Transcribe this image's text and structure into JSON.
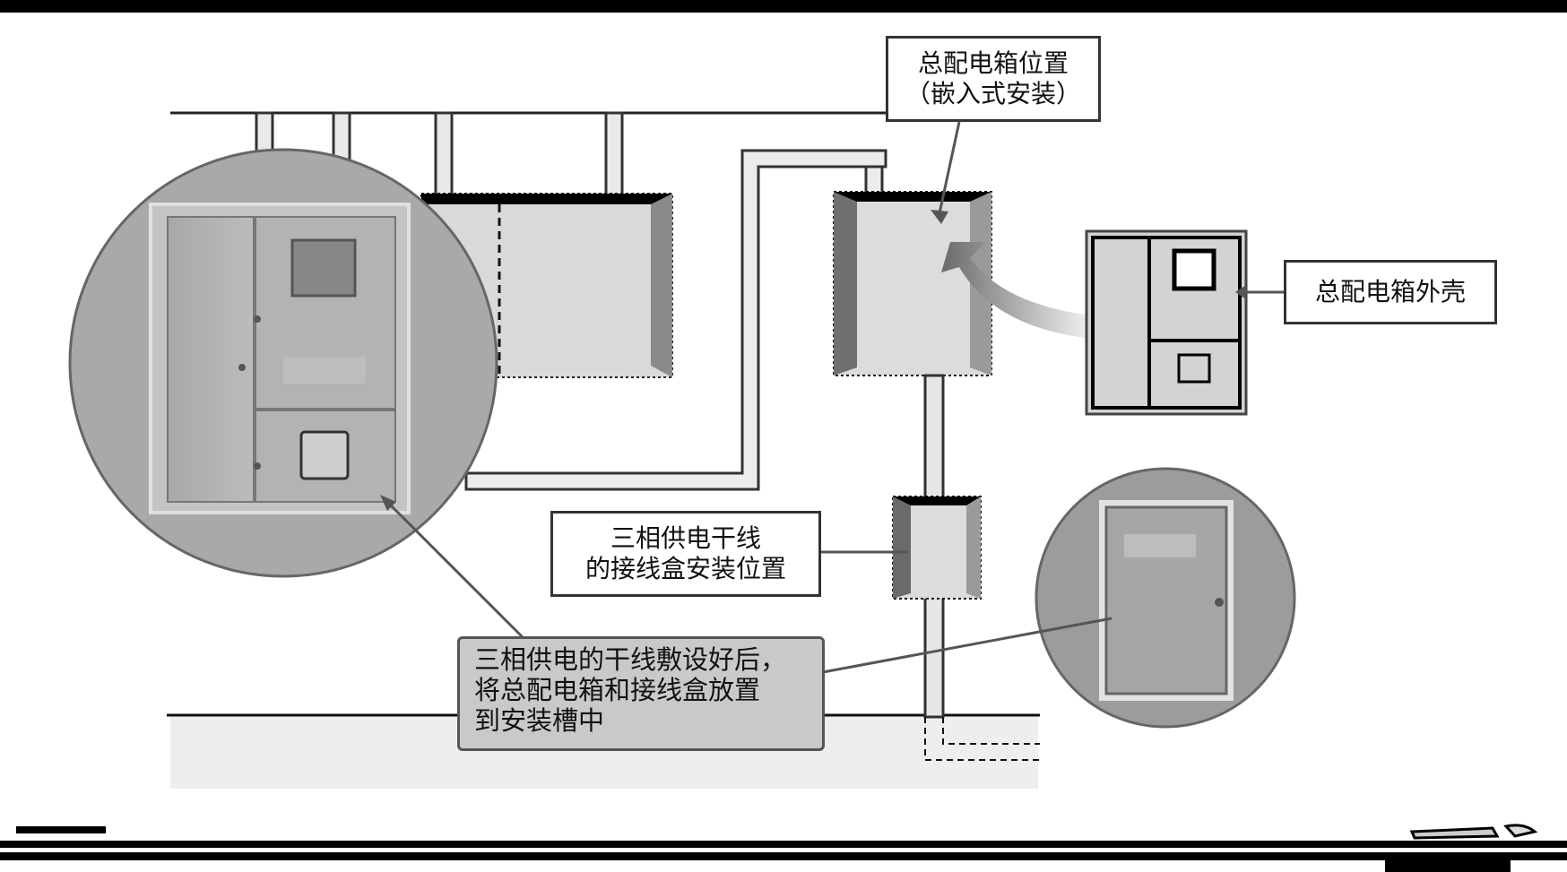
{
  "labels": {
    "main_box_position": {
      "line1": "总配电箱位置",
      "line2": "（嵌入式安装）"
    },
    "main_box_shell": "总配电箱外壳",
    "junction_box_position": {
      "line1": "三相供电干线",
      "line2": "的接线盒安装位置"
    },
    "instruction": {
      "line1": "三相供电的干线敷设好后，",
      "line2": "将总配电箱和接线盒放置",
      "line3": "到安装槽中"
    }
  },
  "colors": {
    "frame": "#000000",
    "wall": "#e3e3e3",
    "recess": "#d7d7d7",
    "conduit": "#e9e9e9",
    "note_fill": "#c9c9c9",
    "photo_bg": "#9a9a9a"
  }
}
